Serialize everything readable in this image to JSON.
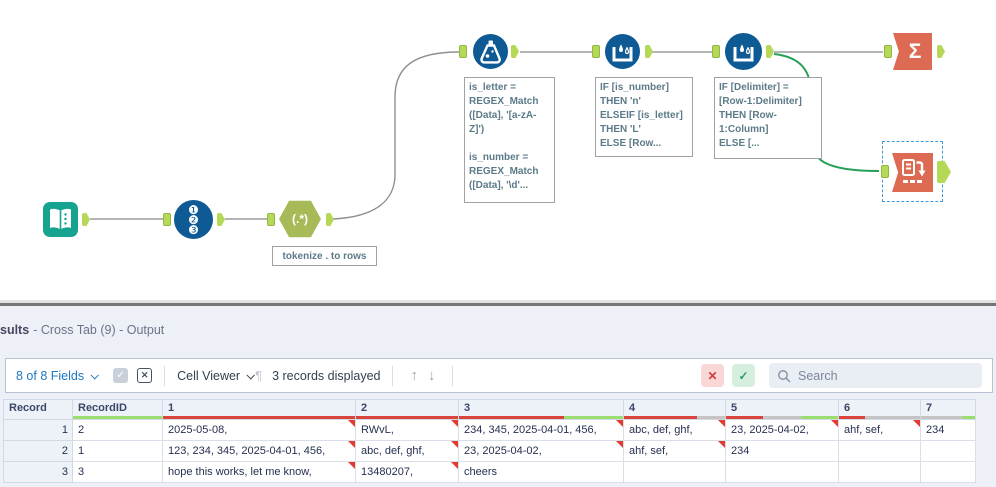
{
  "colors": {
    "quality_red": "#d9453c",
    "quality_green": "#9ade6f",
    "quality_gray": "#c4c4c4",
    "accent_blue": "#1d77c0",
    "connection_green": "#27a05a",
    "tool_blue": "#0d5a94",
    "tool_teal": "#16a390",
    "tool_coral": "#dd6a52"
  },
  "canvas": {
    "regex_label": "(.*)",
    "record_id_numbers": "❶\n❷\n❸",
    "summarize_label": "Σ",
    "annotations": {
      "formula": "is_letter =\nREGEX_Match\n([Data], '[a-zA-\nZ]')\n\nis_number =\nREGEX_Match\n([Data], '\\d'...",
      "multirow1": "IF [is_number]\nTHEN 'n'\nELSEIF [is_letter]\nTHEN 'L'\nELSE [Row...",
      "multirow2": "IF [Delimiter] =\n[Row-1:Delimiter]\nTHEN [Row-\n1:Column]\nELSE [...",
      "tokenize": "tokenize . to rows"
    }
  },
  "results": {
    "title_bold": "sults",
    "title_rest": "- Cross Tab (9) - Output",
    "toolbar": {
      "fields_label": "8 of 8 Fields",
      "cell_viewer_label": "Cell Viewer",
      "records_label": "3 records displayed",
      "search_placeholder": "Search"
    },
    "table": {
      "columns": [
        {
          "label": "Record",
          "quality": []
        },
        {
          "label": "RecordID",
          "quality": [
            {
              "c": "green",
              "w": 1
            }
          ]
        },
        {
          "label": "1",
          "quality": [
            {
              "c": "red",
              "w": 1
            }
          ]
        },
        {
          "label": "2",
          "quality": [
            {
              "c": "red",
              "w": 1
            }
          ]
        },
        {
          "label": "3",
          "quality": [
            {
              "c": "red",
              "w": 0.64
            },
            {
              "c": "green",
              "w": 0.36
            }
          ]
        },
        {
          "label": "4",
          "quality": [
            {
              "c": "red",
              "w": 0.72
            },
            {
              "c": "gray",
              "w": 0.28
            }
          ]
        },
        {
          "label": "5",
          "quality": [
            {
              "c": "red",
              "w": 0.33
            },
            {
              "c": "gray",
              "w": 0.34
            },
            {
              "c": "green",
              "w": 0.33
            }
          ]
        },
        {
          "label": "6",
          "quality": [
            {
              "c": "red",
              "w": 0.32
            },
            {
              "c": "gray",
              "w": 0.68
            }
          ]
        },
        {
          "label": "7",
          "quality": [
            {
              "c": "gray",
              "w": 0.76
            },
            {
              "c": "green",
              "w": 0.24
            }
          ]
        }
      ],
      "rows": [
        {
          "num": "1",
          "values": [
            "2",
            "2025-05-08,",
            "RWvL,",
            "234, 345, 2025-04-01, 456,",
            "abc, def, ghf,",
            "23, 2025-04-02,",
            "ahf, sef,",
            "234"
          ],
          "flags": [
            false,
            true,
            true,
            true,
            true,
            true,
            true,
            false
          ]
        },
        {
          "num": "2",
          "values": [
            "1",
            "123, 234, 345, 2025-04-01, 456,",
            "abc, def, ghf,",
            "23, 2025-04-02,",
            "ahf, sef,",
            "234",
            "",
            ""
          ],
          "flags": [
            false,
            true,
            true,
            true,
            true,
            false,
            false,
            false
          ]
        },
        {
          "num": "3",
          "values": [
            "3",
            "hope this works, let me know,",
            "13480207,",
            "cheers",
            "",
            "",
            "",
            ""
          ],
          "flags": [
            false,
            true,
            true,
            false,
            false,
            false,
            false,
            false
          ]
        }
      ]
    }
  }
}
